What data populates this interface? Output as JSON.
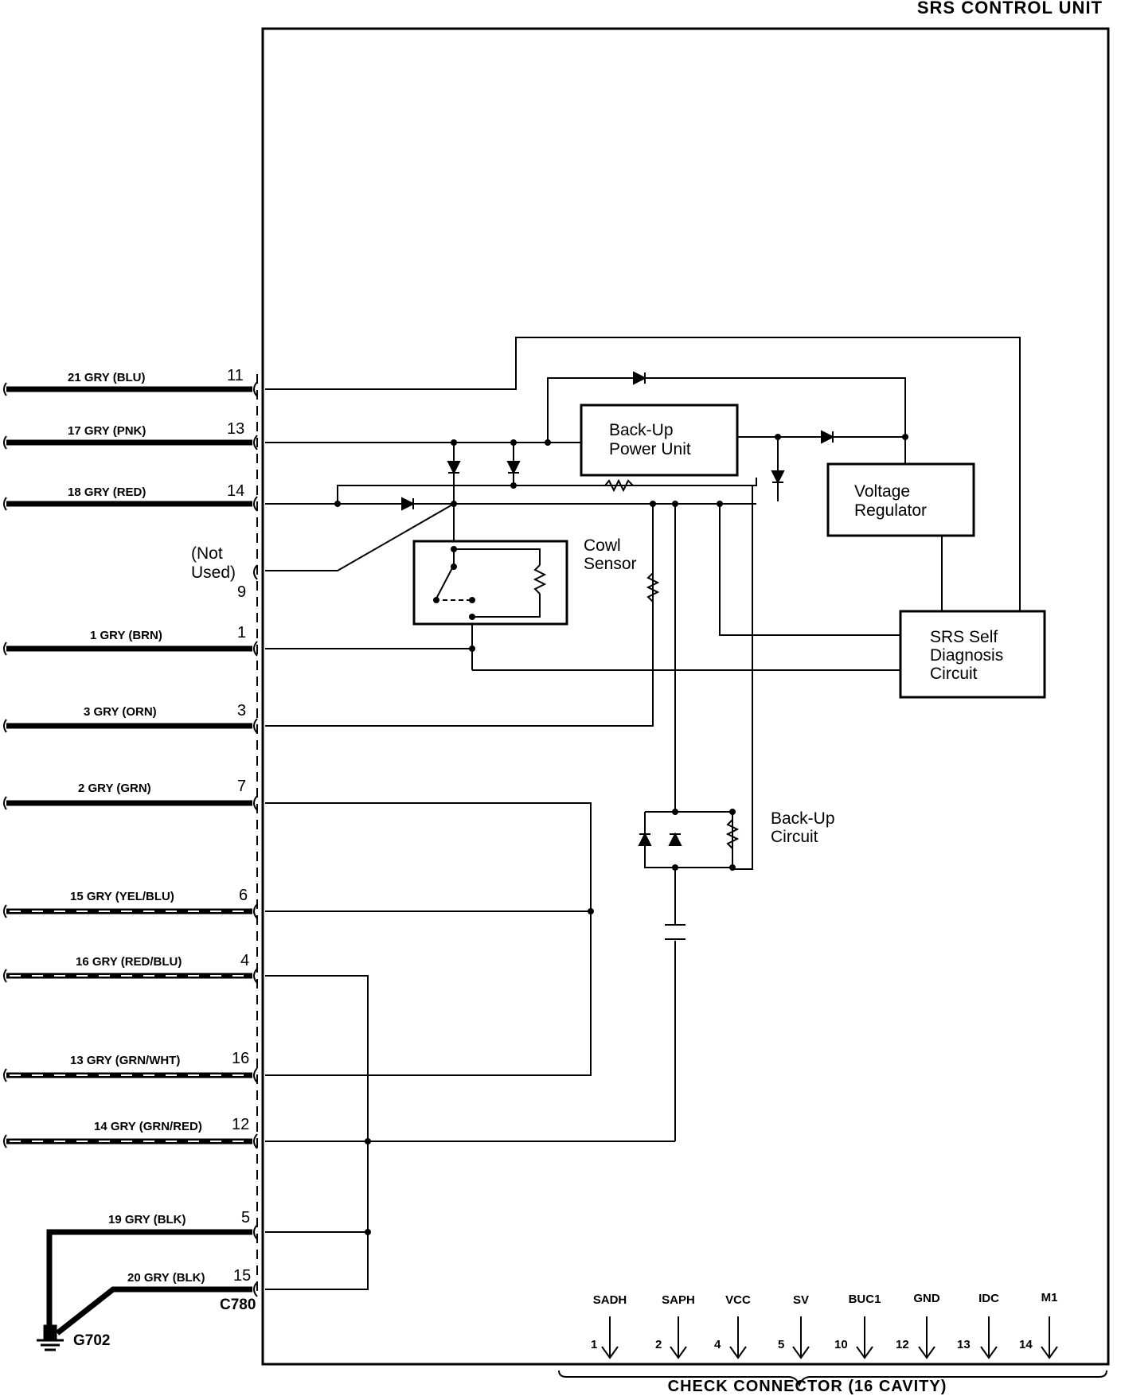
{
  "title": "SRS CONTROL UNIT",
  "connector_label": "C780",
  "ground_label": "G702",
  "not_used_line1": "(Not",
  "not_used_line2": "Used)",
  "not_used_pin": "9",
  "wires": [
    {
      "label": "21 GRY (BLU)",
      "pin": "11",
      "striped": false
    },
    {
      "label": "17 GRY (PNK)",
      "pin": "13",
      "striped": false
    },
    {
      "label": "18 GRY (RED)",
      "pin": "14",
      "striped": false
    },
    {
      "label": "1 GRY (BRN)",
      "pin": "1",
      "striped": false
    },
    {
      "label": "3 GRY (ORN)",
      "pin": "3",
      "striped": false
    },
    {
      "label": "2 GRY (GRN)",
      "pin": "7",
      "striped": false
    },
    {
      "label": "15 GRY (YEL/BLU)",
      "pin": "6",
      "striped": true
    },
    {
      "label": "16 GRY (RED/BLU)",
      "pin": "4",
      "striped": true
    },
    {
      "label": "13 GRY (GRN/WHT)",
      "pin": "16",
      "striped": true
    },
    {
      "label": "14 GRY (GRN/RED)",
      "pin": "12",
      "striped": true
    },
    {
      "label": "19 GRY (BLK)",
      "pin": "5",
      "striped": false
    },
    {
      "label": "20 GRY (BLK)",
      "pin": "15",
      "striped": false
    }
  ],
  "blocks": {
    "backup_power_line1": "Back-Up",
    "backup_power_line2": "Power Unit",
    "voltage_reg_line1": "Voltage",
    "voltage_reg_line2": "Regulator",
    "cowl_line1": "Cowl",
    "cowl_line2": "Sensor",
    "diag_line1": "SRS Self",
    "diag_line2": "Diagnosis",
    "diag_line3": "Circuit",
    "backup_circuit_line1": "Back-Up",
    "backup_circuit_line2": "Circuit"
  },
  "check_connector": {
    "title": "CHECK CONNECTOR (16 CAVITY)",
    "pins": [
      {
        "name": "SADH",
        "num": "1"
      },
      {
        "name": "SAPH",
        "num": "2"
      },
      {
        "name": "VCC",
        "num": "4"
      },
      {
        "name": "SV",
        "num": "5"
      },
      {
        "name": "BUC1",
        "num": "10"
      },
      {
        "name": "GND",
        "num": "12"
      },
      {
        "name": "IDC",
        "num": "13"
      },
      {
        "name": "M1",
        "num": "14"
      }
    ]
  }
}
